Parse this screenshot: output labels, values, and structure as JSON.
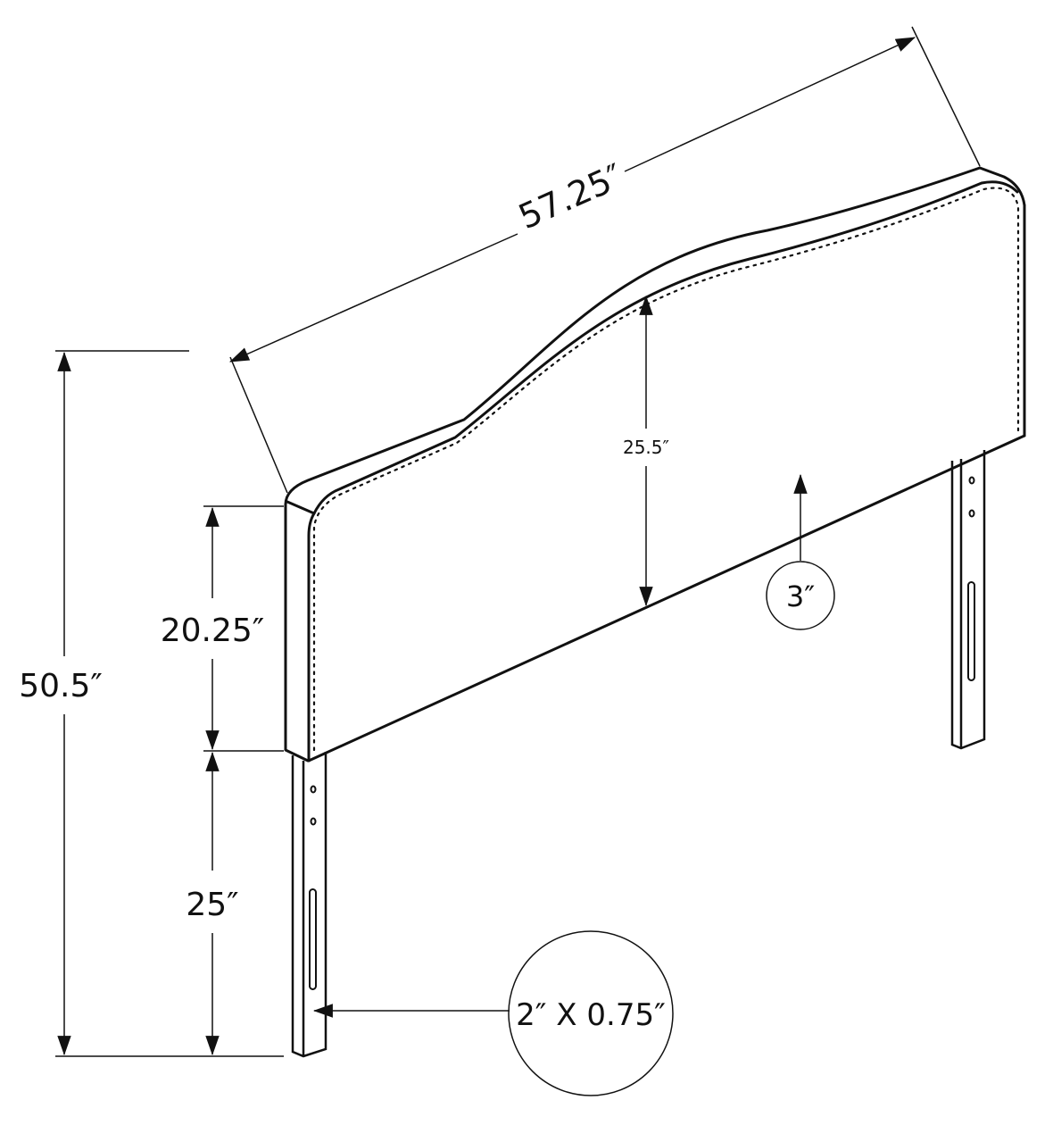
{
  "diagram": {
    "subject": "Upholstered headboard with nailhead trim and two legs",
    "colors": {
      "line": "#111111",
      "background": "#ffffff"
    },
    "dimensions": {
      "overall_width": "57.25″",
      "overall_height": "50.5″",
      "panel_side_height": "20.25″",
      "leg_height_below_panel": "25″",
      "panel_center_height": "25.5″",
      "panel_thickness": "3″",
      "leg_cross_section": "2″ X 0.75″"
    }
  }
}
